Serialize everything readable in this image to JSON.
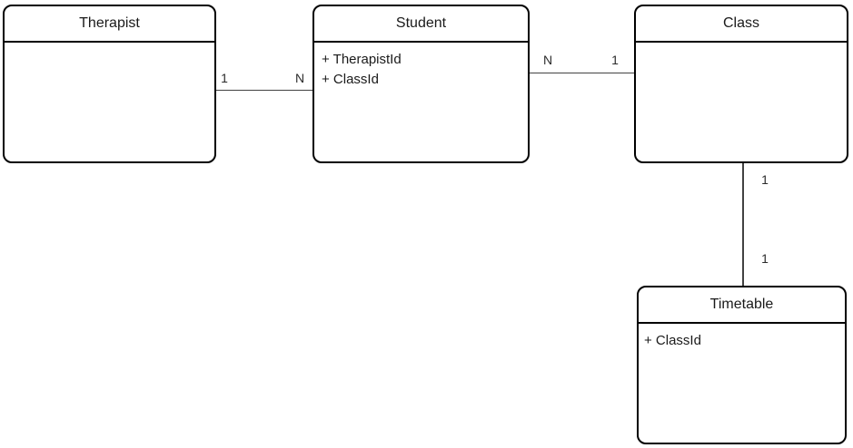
{
  "diagram": {
    "kind": "entity-relationship",
    "colors": {
      "background": "#ffffff",
      "box_fill": "#ffffff",
      "box_border": "#000000",
      "connector": "#424242",
      "text": "#1a1a1a"
    }
  },
  "entities": [
    {
      "id": "therapist",
      "title": "Therapist",
      "attributes": []
    },
    {
      "id": "student",
      "title": "Student",
      "attributes": [
        "+ TherapistId",
        "+ ClassId"
      ]
    },
    {
      "id": "class",
      "title": "Class",
      "attributes": []
    },
    {
      "id": "timetable",
      "title": "Timetable",
      "attributes": [
        "+ ClassId"
      ]
    }
  ],
  "connections": [
    {
      "from": "Therapist",
      "to": "Student",
      "from_label": "1",
      "to_label": "N"
    },
    {
      "from": "Student",
      "to": "Class",
      "from_label": "N",
      "to_label": "1"
    },
    {
      "from": "Class",
      "to": "Timetable",
      "from_label": "1",
      "to_label": "1"
    }
  ]
}
